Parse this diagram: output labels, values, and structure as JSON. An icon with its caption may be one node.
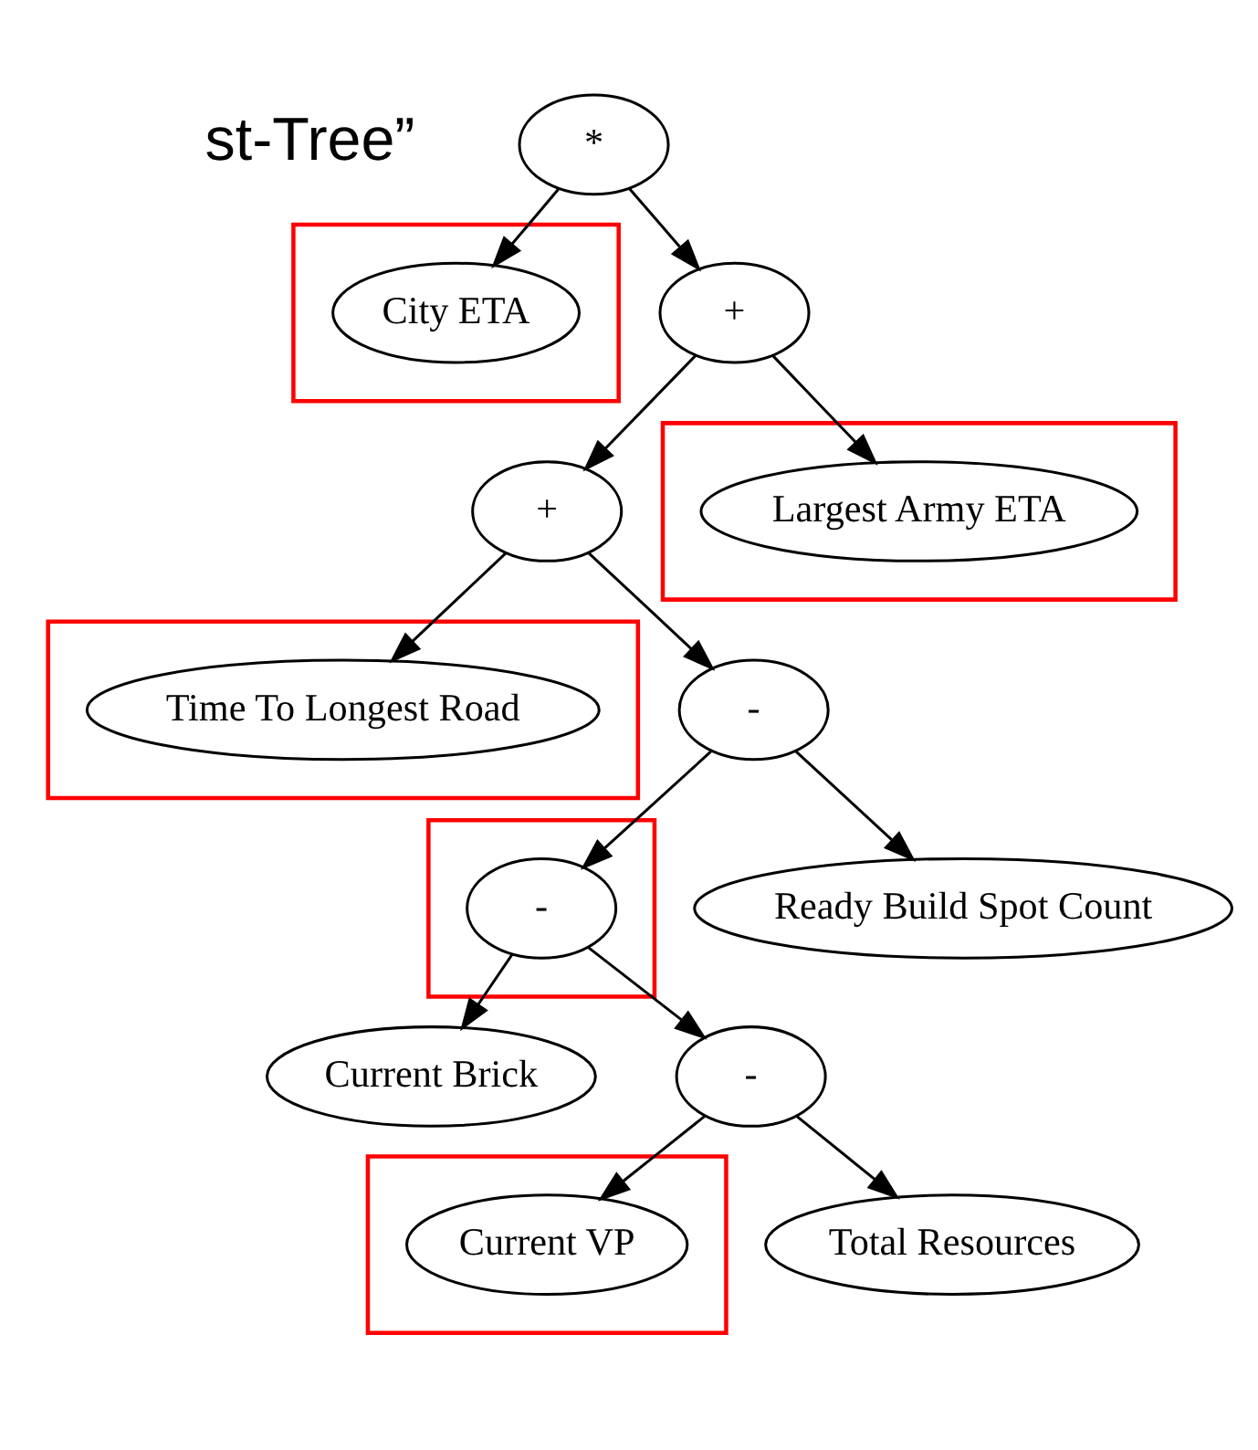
{
  "diagram": {
    "nodes": [
      {
        "text": [
          "*"
        ]
      },
      {
        "text": [],
        "shape": "box"
      },
      {
        "text": [
          "City ETA"
        ],
        "in": 1
      },
      {
        "text": [
          "+"
        ]
      },
      {
        "text": [
          "+"
        ]
      },
      {
        "text": [],
        "shape": "box"
      },
      {
        "text": [
          "Largest Army ETA"
        ],
        "in": 5
      },
      {
        "text": [],
        "shape": "box"
      },
      {
        "text": [
          "Time To Longest Road"
        ],
        "in": 7
      },
      {
        "text": [
          "-"
        ]
      },
      {
        "text": [],
        "shape": "box"
      },
      {
        "text": [
          "-"
        ],
        "in": 10
      },
      {
        "text": [
          "Ready Build Spot Count"
        ]
      },
      {
        "text": [
          "Current Brick"
        ]
      },
      {
        "text": [
          "-"
        ]
      },
      {
        "text": [],
        "shape": "box"
      },
      {
        "text": [
          "Current VP"
        ],
        "in": 15
      },
      {
        "text": [
          "Total Resources"
        ]
      }
    ],
    "edges": [
      {
        "from": 0,
        "to": 2,
        "arrow": "to"
      },
      {
        "from": 0,
        "to": 3,
        "arrow": "to"
      },
      {
        "from": 3,
        "to": 4,
        "arrow": "to"
      },
      {
        "from": 3,
        "to": 6,
        "arrow": "to"
      },
      {
        "from": 4,
        "to": 8,
        "arrow": "to"
      },
      {
        "from": 4,
        "to": 9,
        "arrow": "to"
      },
      {
        "from": 9,
        "to": 11,
        "arrow": "to"
      },
      {
        "from": 9,
        "to": 12,
        "arrow": "to"
      },
      {
        "from": 11,
        "to": 13,
        "arrow": "to"
      },
      {
        "from": 11,
        "to": 14,
        "arrow": "to"
      },
      {
        "from": 14,
        "to": 16,
        "arrow": "to"
      },
      {
        "from": 14,
        "to": 17,
        "arrow": "to"
      }
    ],
    "labels": [
      "st-Tree”"
    ]
  }
}
